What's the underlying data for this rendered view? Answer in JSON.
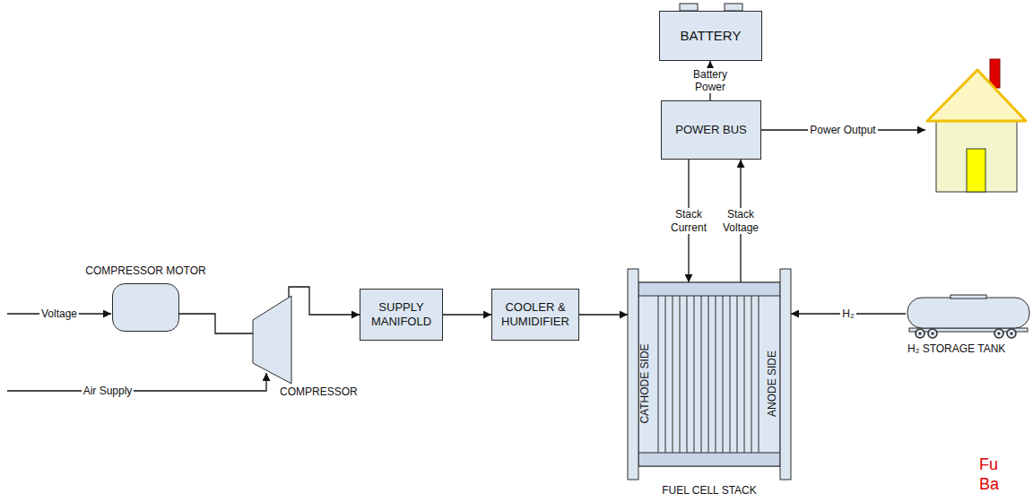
{
  "diagram": {
    "nodes": [
      {
        "text": [
          "BATTERY"
        ]
      },
      {
        "text": [
          "POWER BUS"
        ]
      },
      {
        "text": [
          "COMPRESSOR MOTOR"
        ]
      },
      {
        "text": [
          "COMPRESSOR"
        ]
      },
      {
        "text": [
          "SUPPLY MANIFOLD"
        ]
      },
      {
        "text": [
          "COOLER & HUMIDIFIER"
        ]
      },
      {
        "text": [
          "FUEL CELL STACK",
          "CATHODE SIDE",
          "ANODE SIDE"
        ]
      },
      {
        "text": [
          "H₂ STORAGE TANK"
        ]
      }
    ],
    "edges": [
      {
        "from": 1,
        "to": 0,
        "label": "Battery Power",
        "arrow": "to"
      },
      {
        "from": 1,
        "to": 6,
        "label": "Stack Current",
        "arrow": "to"
      },
      {
        "from": 6,
        "to": 1,
        "label": "Stack Voltage",
        "arrow": "to"
      },
      {
        "from": 2,
        "to": 3,
        "arrow": "none"
      },
      {
        "from": 3,
        "to": 4,
        "arrow": "to"
      },
      {
        "from": 4,
        "to": 5,
        "arrow": "to"
      },
      {
        "from": 5,
        "to": 6,
        "arrow": "to"
      },
      {
        "from": 7,
        "to": 6,
        "label": "H₂",
        "arrow": "to"
      }
    ],
    "labels": [
      "Voltage",
      "Air Supply",
      "Power Output",
      "Fu",
      "Ba"
    ]
  }
}
